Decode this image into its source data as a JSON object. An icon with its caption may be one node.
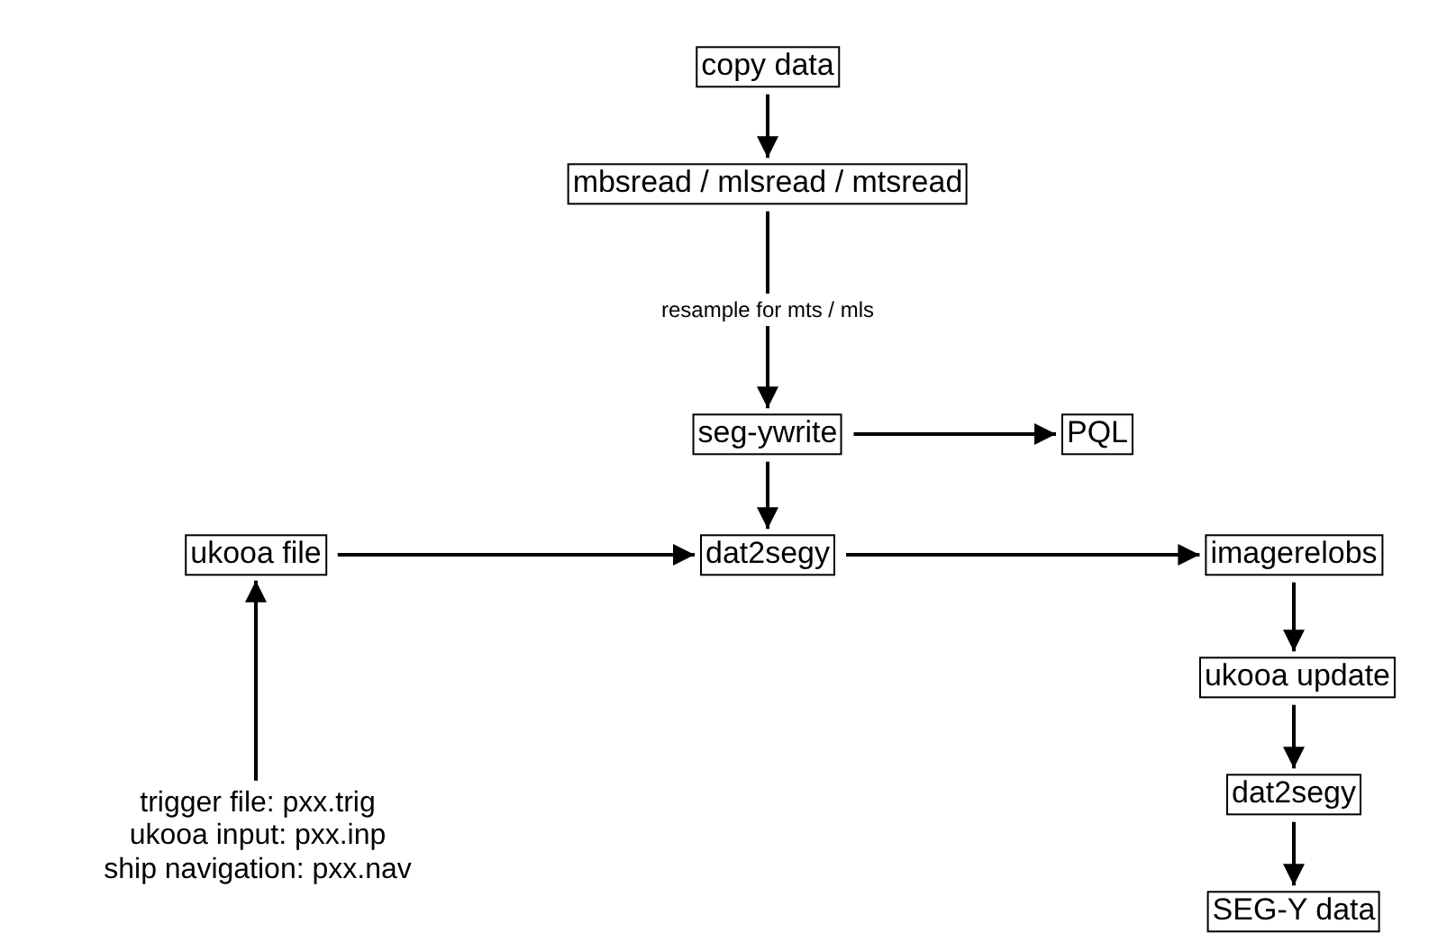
{
  "diagram": {
    "nodes": [
      {
        "text": [
          "copy data"
        ]
      },
      {
        "text": [
          "mbsread / mlsread / mtsread"
        ]
      },
      {
        "text": [
          "seg-ywrite"
        ]
      },
      {
        "text": [
          "PQL"
        ]
      },
      {
        "text": [
          "ukooa file"
        ]
      },
      {
        "text": [
          "dat2segy"
        ]
      },
      {
        "text": [
          "imagerelobs"
        ]
      },
      {
        "text": [
          "ukooa update"
        ]
      },
      {
        "text": [
          "dat2segy"
        ]
      },
      {
        "text": [
          "SEG-Y data"
        ]
      },
      {
        "text": [
          "trigger file: pxx.trig",
          "ukooa input: pxx.inp",
          "ship navigation: pxx.nav"
        ]
      }
    ],
    "edges": [
      {
        "from": 0,
        "to": 1,
        "arrow": "to"
      },
      {
        "from": 1,
        "to": 2,
        "arrow": "to",
        "label": "resample for mts / mls"
      },
      {
        "from": 2,
        "to": 3,
        "arrow": "to"
      },
      {
        "from": 2,
        "to": 5,
        "arrow": "to"
      },
      {
        "from": 4,
        "to": 5,
        "arrow": "to"
      },
      {
        "from": 5,
        "to": 6,
        "arrow": "to"
      },
      {
        "from": 6,
        "to": 7,
        "arrow": "to"
      },
      {
        "from": 7,
        "to": 8,
        "arrow": "to"
      },
      {
        "from": 8,
        "to": 9,
        "arrow": "to"
      },
      {
        "from": 10,
        "to": 4,
        "arrow": "to"
      }
    ]
  }
}
